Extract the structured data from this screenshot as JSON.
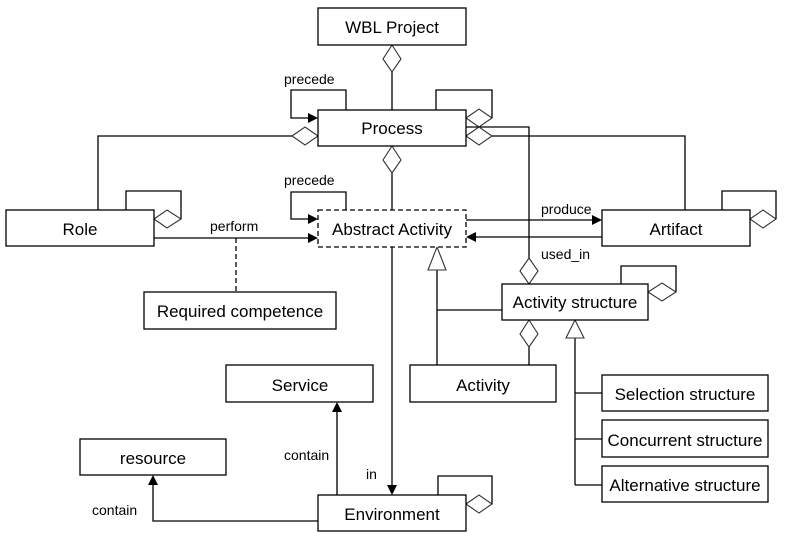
{
  "diagram": {
    "type": "uml-class-diagram",
    "classes": {
      "wbl_project": "WBL Project",
      "process": "Process",
      "abstract_activity": "Abstract Activity",
      "role": "Role",
      "artifact": "Artifact",
      "required_competence": "Required competence",
      "activity_structure": "Activity structure",
      "activity": "Activity",
      "service": "Service",
      "resource": "resource",
      "environment": "Environment",
      "selection_structure": "Selection structure",
      "concurrent_structure": "Concurrent structure",
      "alternative_structure": "Alternative structure"
    },
    "edge_labels": {
      "process_precede": "precede",
      "abstract_precede": "precede",
      "perform": "perform",
      "produce": "produce",
      "used_in": "used_in",
      "contain_service": "contain",
      "contain_resource": "contain",
      "in": "in"
    },
    "relations": [
      {
        "from": "Process",
        "to": "WBL Project",
        "kind": "aggregation"
      },
      {
        "from": "Process",
        "to": "Process",
        "kind": "association",
        "label": "precede"
      },
      {
        "from": "Process",
        "to": "Process",
        "kind": "aggregation"
      },
      {
        "from": "Role",
        "to": "Process",
        "kind": "aggregation"
      },
      {
        "from": "Artifact",
        "to": "Process",
        "kind": "aggregation"
      },
      {
        "from": "Activity structure",
        "to": "Process",
        "kind": "aggregation"
      },
      {
        "from": "Abstract Activity",
        "to": "Process",
        "kind": "aggregation"
      },
      {
        "from": "Abstract Activity",
        "to": "Abstract Activity",
        "kind": "association",
        "label": "precede"
      },
      {
        "from": "Role",
        "to": "Abstract Activity",
        "kind": "association",
        "label": "perform"
      },
      {
        "from": "Required competence",
        "to": "perform",
        "kind": "association-class"
      },
      {
        "from": "Role",
        "to": "Role",
        "kind": "aggregation"
      },
      {
        "from": "Abstract Activity",
        "to": "Artifact",
        "kind": "association",
        "label": "produce"
      },
      {
        "from": "Artifact",
        "to": "Abstract Activity",
        "kind": "association",
        "label": "used_in"
      },
      {
        "from": "Artifact",
        "to": "Artifact",
        "kind": "aggregation"
      },
      {
        "from": "Activity structure",
        "to": "Abstract Activity",
        "kind": "generalization"
      },
      {
        "from": "Activity",
        "to": "Abstract Activity",
        "kind": "generalization"
      },
      {
        "from": "Activity",
        "to": "Activity structure",
        "kind": "aggregation"
      },
      {
        "from": "Activity structure",
        "to": "Activity structure",
        "kind": "aggregation"
      },
      {
        "from": "Selection structure",
        "to": "Activity structure",
        "kind": "generalization"
      },
      {
        "from": "Concurrent structure",
        "to": "Activity structure",
        "kind": "generalization"
      },
      {
        "from": "Alternative structure",
        "to": "Activity structure",
        "kind": "generalization"
      },
      {
        "from": "Abstract Activity",
        "to": "Environment",
        "kind": "association",
        "label": "in"
      },
      {
        "from": "Environment",
        "to": "Service",
        "kind": "association",
        "label": "contain"
      },
      {
        "from": "Environment",
        "to": "resource",
        "kind": "association",
        "label": "contain"
      },
      {
        "from": "Environment",
        "to": "Environment",
        "kind": "aggregation"
      }
    ]
  }
}
